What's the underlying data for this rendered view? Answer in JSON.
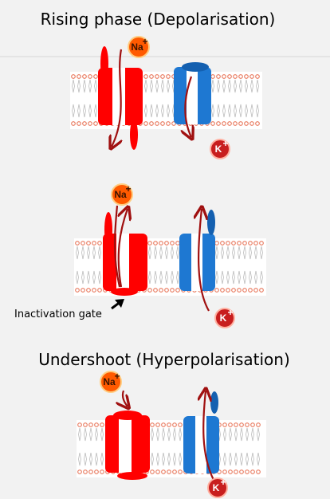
{
  "headings": {
    "rising": "Rising phase (Depolarisation)",
    "undershoot": "Undershoot (Hyperpolarisation)"
  },
  "labels": {
    "inactivation_gate": "Inactivation gate",
    "sodium": "Na",
    "potassium": "K",
    "plus": "+"
  },
  "colors": {
    "background": "#f2f2f2",
    "sodium_channel": "#ff0000",
    "potassium_channel": "#1e78d2",
    "arrow": "#a01010",
    "sodium_ion": "#ff5a00",
    "potassium_ion": "#c81e1e",
    "lipid_head": "#e8765a",
    "lipid_tail": "#bdbdbd"
  },
  "icons": {
    "sodium_ion": "sodium-ion-icon",
    "potassium_ion": "potassium-ion-icon",
    "membrane": "lipid-bilayer-icon",
    "pointer": "black-arrow-icon"
  }
}
